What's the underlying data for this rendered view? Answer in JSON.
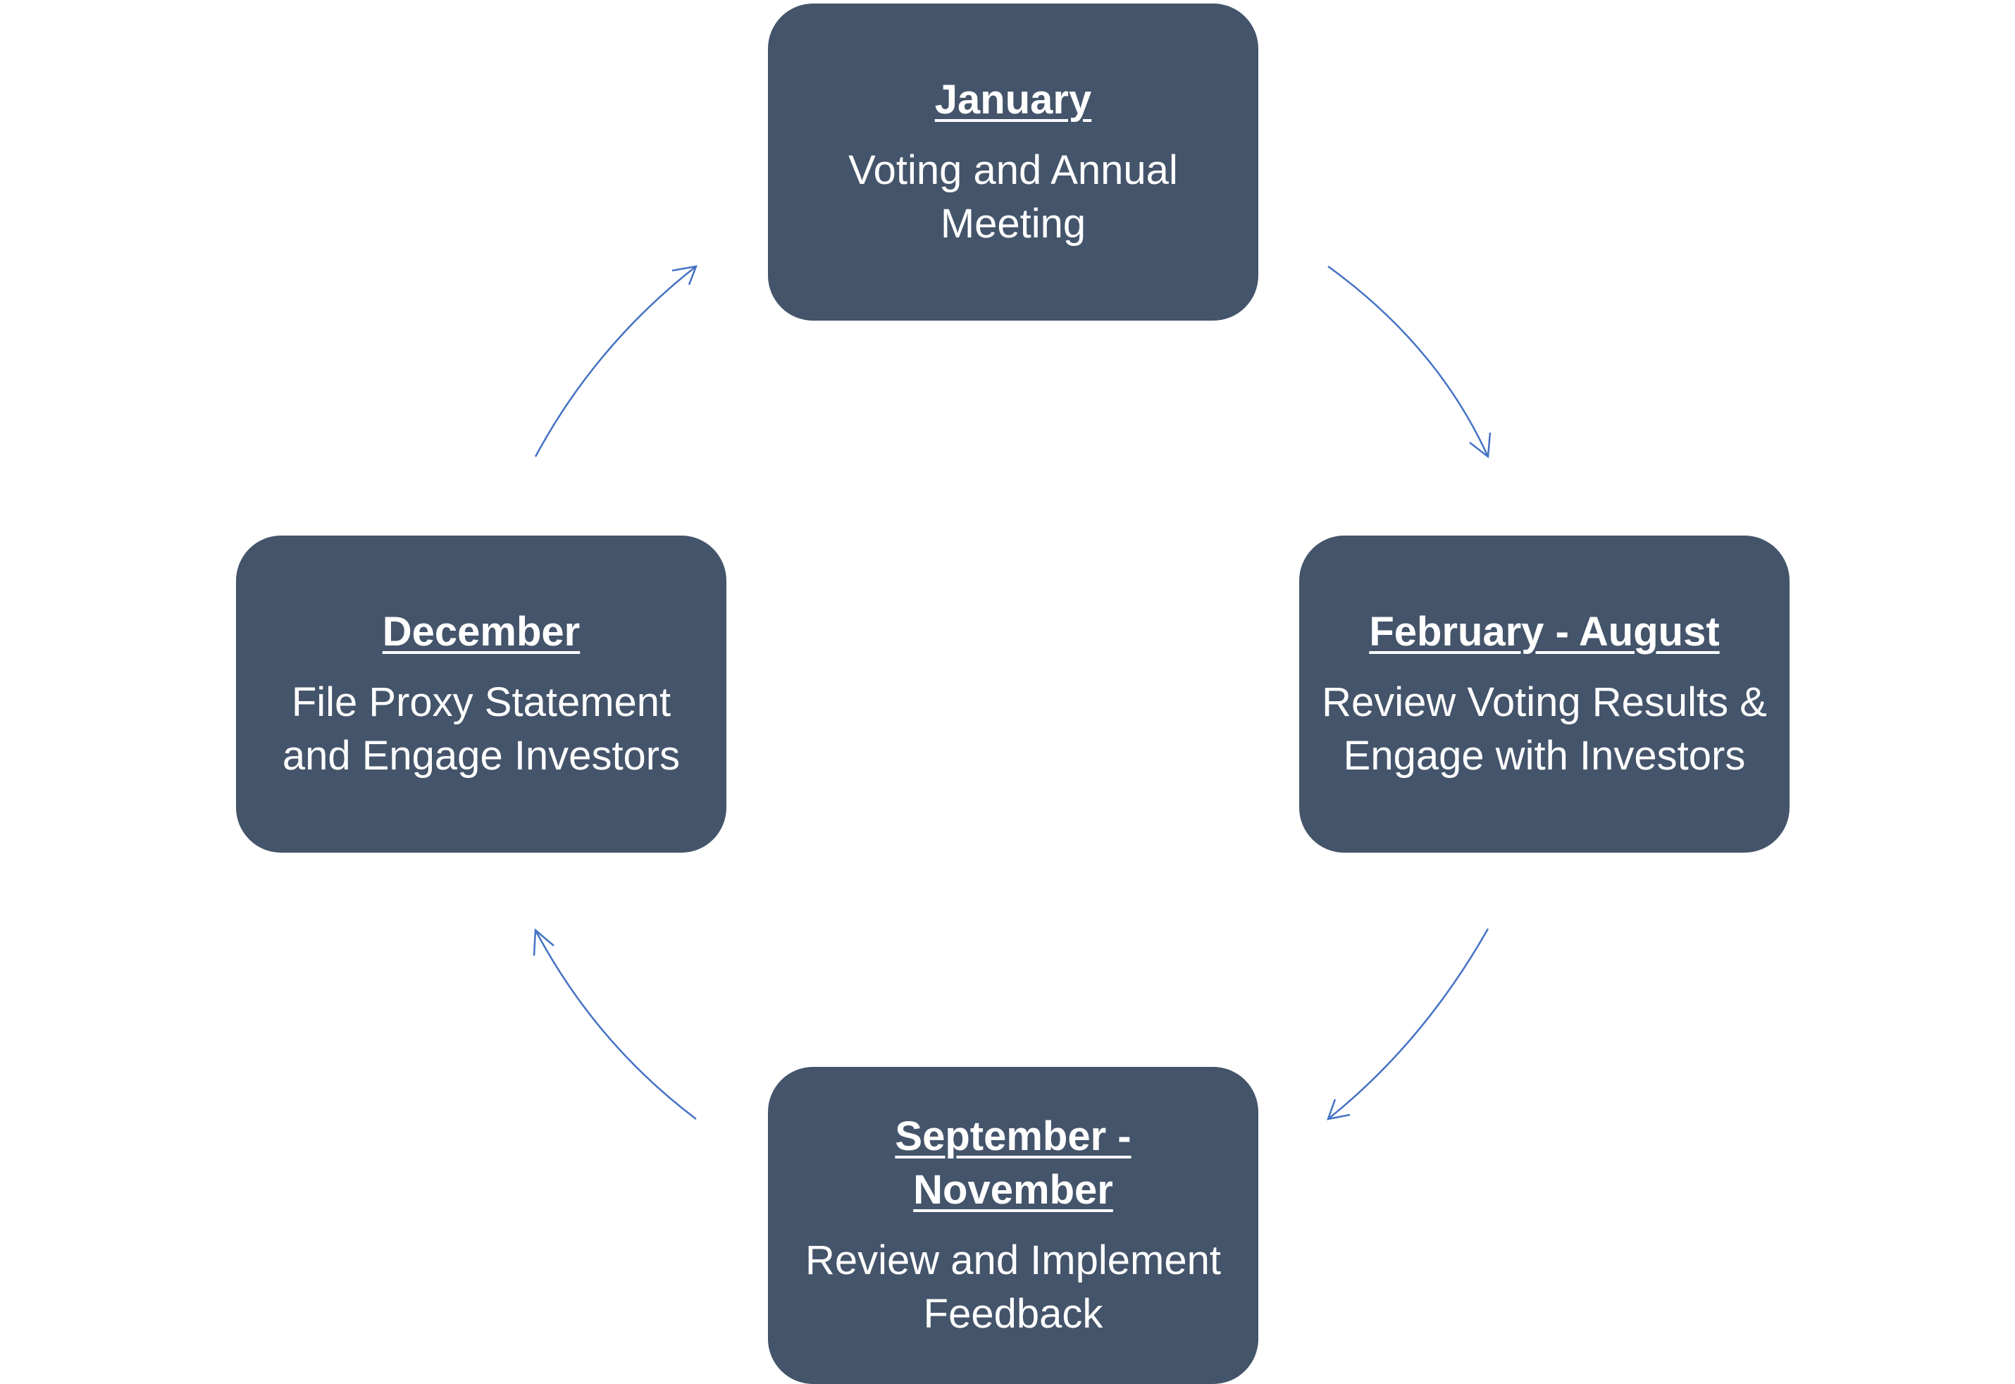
{
  "diagram": {
    "nodes": [
      {
        "id": "january",
        "title": "January",
        "description": "Voting and Annual Meeting"
      },
      {
        "id": "feb-aug",
        "title": "February - August",
        "description": "Review Voting Results & Engage with Investors"
      },
      {
        "id": "sep-nov",
        "title": "September - November",
        "description": "Review and Implement Feedback"
      },
      {
        "id": "december",
        "title": "December",
        "description": "File Proxy Statement and Engage Investors"
      }
    ],
    "edges": [
      {
        "from": "january",
        "to": "feb-aug"
      },
      {
        "from": "feb-aug",
        "to": "sep-nov"
      },
      {
        "from": "sep-nov",
        "to": "december"
      },
      {
        "from": "december",
        "to": "january"
      }
    ]
  },
  "colors": {
    "node_fill": "#44546a",
    "node_text": "#ffffff",
    "arrow": "#4472c4",
    "background": "#ffffff"
  }
}
